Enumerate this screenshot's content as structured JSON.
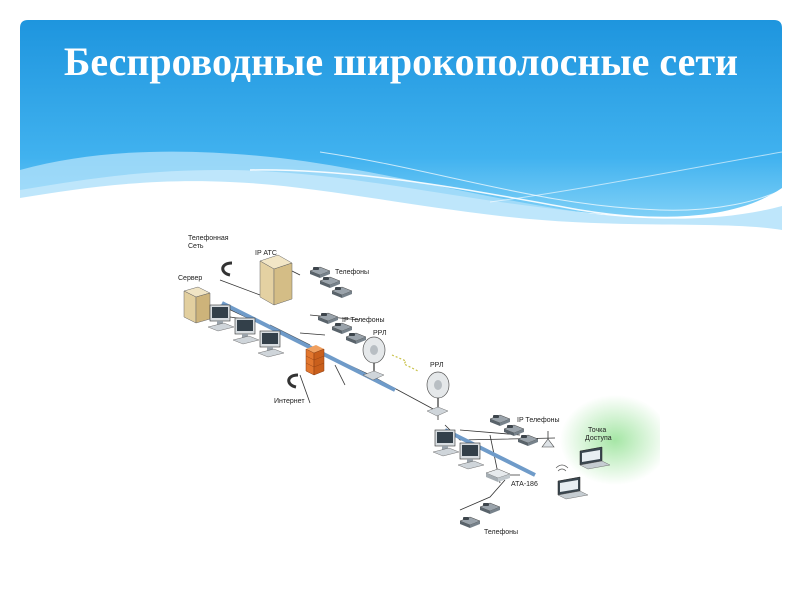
{
  "slide": {
    "title": "Беспроводные широкополосные сети"
  },
  "diagram": {
    "labels": {
      "telephone_network": [
        "Телефонная",
        "Сеть"
      ],
      "ip_pbx": "IP АТС",
      "phones_top": "Телефоны",
      "server": "Сервер",
      "ip_phones_top": "IP Телефоны",
      "rrl_1": "РРЛ",
      "rrl_2": "РРЛ",
      "internet": "Интернет",
      "ip_phones_bottom": "IP Телефоны",
      "access_point": [
        "Точка",
        "Доступа"
      ],
      "ata": "АТА-186",
      "phones_bottom": "Телефоны"
    }
  },
  "colors": {
    "header_blue": "#1e9be0",
    "header_light": "#7fd0f7",
    "firewall": "#e2772f",
    "backbone": "#6f9bc9",
    "wifi_glow": "#8fe08f"
  }
}
